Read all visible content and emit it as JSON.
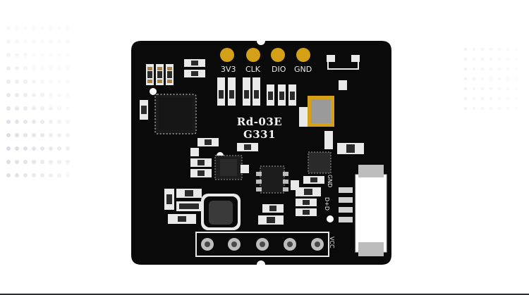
{
  "board": {
    "model": "Rd-03E",
    "code": "G331",
    "header_pins": [
      "3V3",
      "CLK",
      "DIO",
      "GND"
    ],
    "side_labels": {
      "gnd": "GND",
      "dp": "D+D",
      "vcc": "VCC"
    }
  },
  "colors": {
    "pcb": "#0a0a0a",
    "gold_pad": "#d4a017",
    "silkscreen": "#e9e9e9",
    "background": "#ffffff"
  }
}
